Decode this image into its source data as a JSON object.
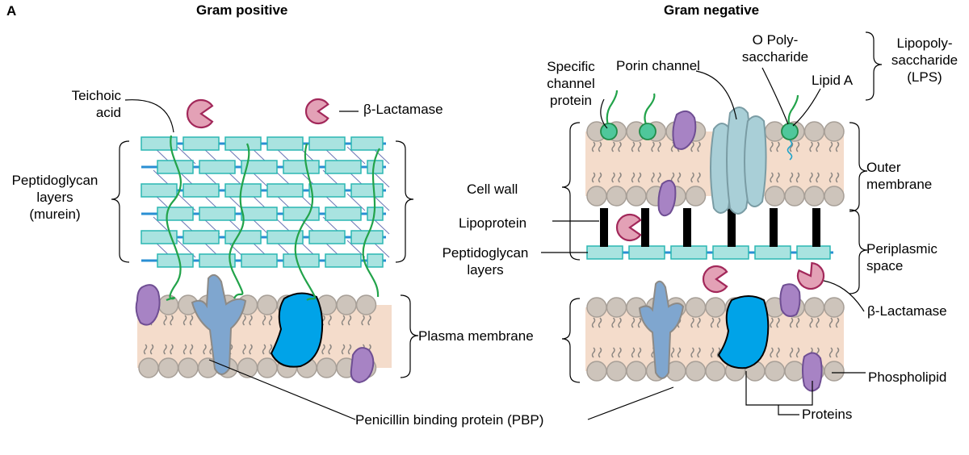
{
  "panel_label": "A",
  "gram_positive": {
    "title": "Gram positive",
    "labels": {
      "teichoic_acid": "Teichoic\nacid",
      "beta_lactamase": "β-Lactamase",
      "peptidoglycan_layers": "Peptidoglycan\nlayers\n(murein)",
      "plasma_membrane": "Plasma membrane",
      "pbp": "Penicillin binding protein (PBP)"
    }
  },
  "gram_negative": {
    "title": "Gram negative",
    "labels": {
      "specific_channel_protein": "Specific\nchannel\nprotein",
      "porin_channel": "Porin channel",
      "o_polysaccharide": "O Poly-\nsaccharide",
      "lipid_a": "Lipid A",
      "lps": "Lipopoly-\nsaccharide\n(LPS)",
      "cell_wall": "Cell wall",
      "lipoprotein": "Lipoprotein",
      "peptidoglycan_layers": "Peptidoglycan\nlayers",
      "outer_membrane": "Outer\nmembrane",
      "periplasmic_space": "Periplasmic\nspace",
      "beta_lactamase": "β-Lactamase",
      "phospholipid": "Phospholipid",
      "proteins": "Proteins"
    }
  },
  "colors": {
    "membrane_fill": "#f4dccb",
    "phospholipid_head": "#cdc4bb",
    "peptidoglycan_fill": "#a9e3e0",
    "peptidoglycan_edge": "#2bb7b3",
    "crosslink": "#2a8fd3",
    "teichoic_acid": "#22a34a",
    "beta_lactamase": "#e3a1b6",
    "beta_lactamase_edge": "#a2285a",
    "purple_protein": "#a783c4",
    "pbp_blue": "#7fa6cf",
    "bright_blue_protein": "#00a3e8",
    "porin": "#a9cfd7",
    "lipoprotein": "#000000",
    "lipid_a": "#4fc79b"
  }
}
